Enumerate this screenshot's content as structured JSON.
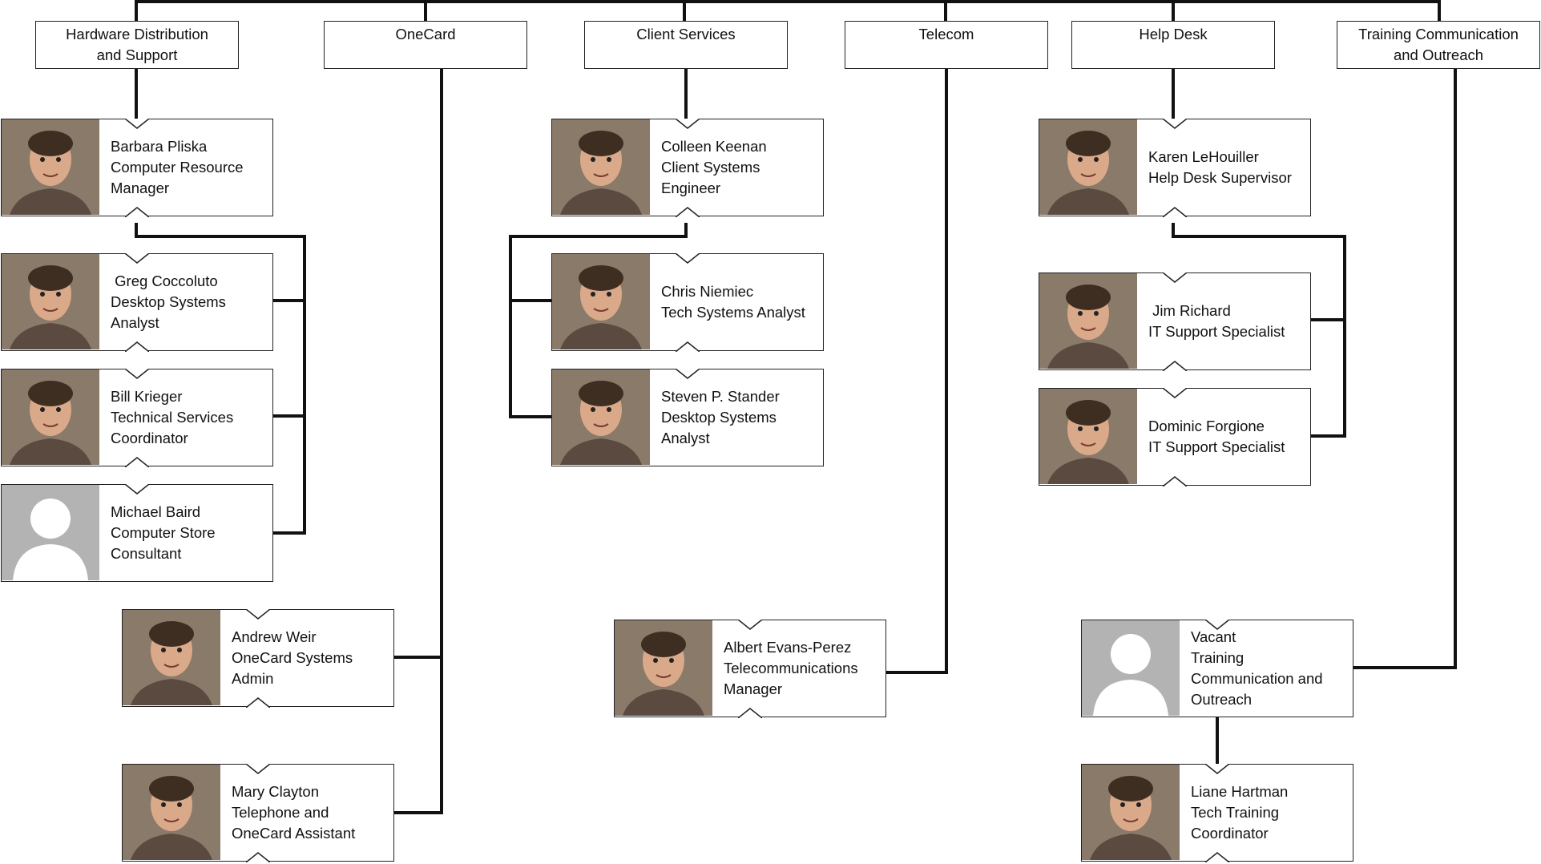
{
  "departments": {
    "hardware": "Hardware Distribution\nand Support",
    "onecard": "OneCard",
    "client": "Client Services",
    "telecom": "Telecom",
    "helpdesk": "Help Desk",
    "training": "Training Communication\nand Outreach"
  },
  "staff": {
    "pliska": {
      "name": "Barbara Pliska",
      "title1": "Computer Resource",
      "title2": "Manager"
    },
    "coccoluto": {
      "name": " Greg Coccoluto",
      "title1": "Desktop Systems",
      "title2": "Analyst"
    },
    "krieger": {
      "name": "Bill Krieger",
      "title1": "Technical Services",
      "title2": "Coordinator"
    },
    "baird": {
      "name": "Michael Baird",
      "title1": "Computer Store",
      "title2": "Consultant"
    },
    "weir": {
      "name": "Andrew Weir",
      "title1": "OneCard Systems",
      "title2": "Admin"
    },
    "clayton": {
      "name": "Mary Clayton",
      "title1": "Telephone and",
      "title2": "OneCard Assistant"
    },
    "keenan": {
      "name": "Colleen Keenan",
      "title1": "Client Systems",
      "title2": "Engineer"
    },
    "niemiec": {
      "name": "Chris Niemiec",
      "title1": "Tech Systems Analyst",
      "title2": ""
    },
    "stander": {
      "name": "Steven P. Stander",
      "title1": "Desktop Systems",
      "title2": "Analyst"
    },
    "evans": {
      "name": "Albert Evans-Perez",
      "title1": "Telecommunications",
      "title2": "Manager"
    },
    "lehouiller": {
      "name": "Karen LeHouiller",
      "title1": "Help Desk Supervisor",
      "title2": ""
    },
    "richard": {
      "name": " Jim Richard",
      "title1": "IT Support Specialist",
      "title2": ""
    },
    "forgione": {
      "name": "Dominic Forgione",
      "title1": "IT Support Specialist",
      "title2": ""
    },
    "vacant": {
      "name": "Vacant",
      "title1": "Training",
      "title2": "Communication and",
      "title3": "Outreach"
    },
    "hartman": {
      "name": "Liane Hartman",
      "title1": "Tech Training",
      "title2": "Coordinator"
    }
  },
  "colors": {
    "line": "#111111",
    "placeholder_bg": "#b3b3b3"
  }
}
